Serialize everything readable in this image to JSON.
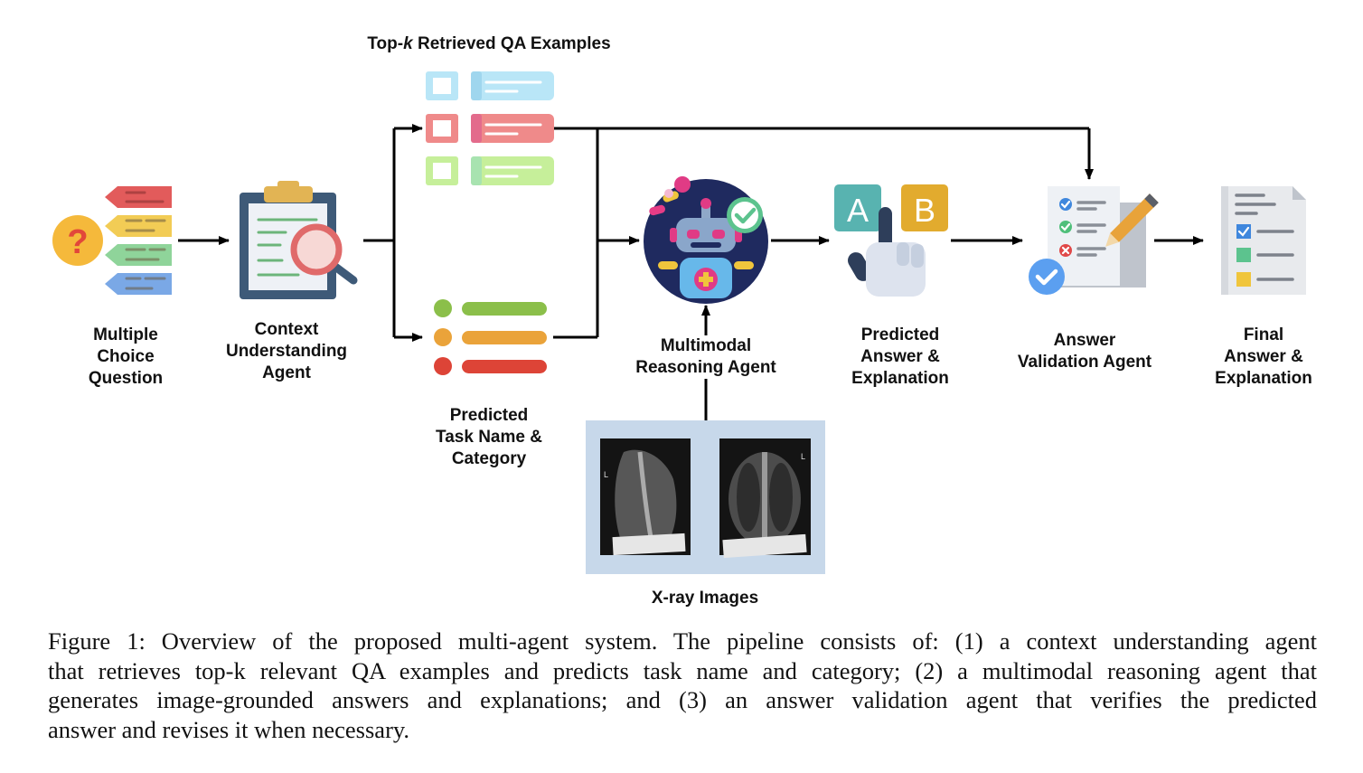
{
  "labels": {
    "mcq": [
      "Multiple",
      "Choice",
      "Question"
    ],
    "context_agent": [
      "Context",
      "Understanding",
      "Agent"
    ],
    "topk_title_pre": "Top-",
    "topk_title_k": "k",
    "topk_title_post": " Retrieved QA Examples",
    "predicted_task": [
      "Predicted",
      "Task Name &",
      "Category"
    ],
    "reasoning_agent": [
      "Multimodal",
      "Reasoning Agent"
    ],
    "predicted_answer": [
      "Predicted",
      "Answer &",
      "Explanation"
    ],
    "validation_agent": [
      "Answer",
      "Validation Agent"
    ],
    "final_answer": [
      "Final",
      "Answer &",
      "Explanation"
    ],
    "xray": "X-ray Images",
    "letter_a": "A",
    "letter_b": "B",
    "question_mark": "?"
  },
  "caption": [
    "Figure 1: Overview of the proposed multi-agent system. The pipeline consists of: (1) a context understanding agent",
    "that retrieves top-k relevant QA examples and predicts task name and category; (2) a multimodal reasoning agent that",
    "generates image-grounded answers and explanations; and (3) an answer validation agent that verifies the predicted",
    "answer and revises it when necessary."
  ],
  "icons": {
    "mcq": "question-tags-icon",
    "context_agent": "clipboard-magnifier-icon",
    "topk": "qa-list-icon",
    "task": "category-list-icon",
    "reasoning_agent": "robot-icon",
    "predicted_answer": "ab-choice-hand-icon",
    "validation_agent": "checklist-pencil-icon",
    "final_answer": "document-icon",
    "xray": "xray-images-icon"
  },
  "colors": {
    "arrow": "#000000",
    "blue_light": "#b9e6f7",
    "red_light": "#ef8a8a",
    "green_light": "#c6ef9a",
    "green_dot": "#8bbf4a",
    "orange_dot": "#eaa33a",
    "red_dot": "#dd4437",
    "xray_bg": "#c7d8ea",
    "robot_bg": "#1f2a5f",
    "tag_a": "#58b3b0",
    "tag_b": "#e2ab2e"
  }
}
